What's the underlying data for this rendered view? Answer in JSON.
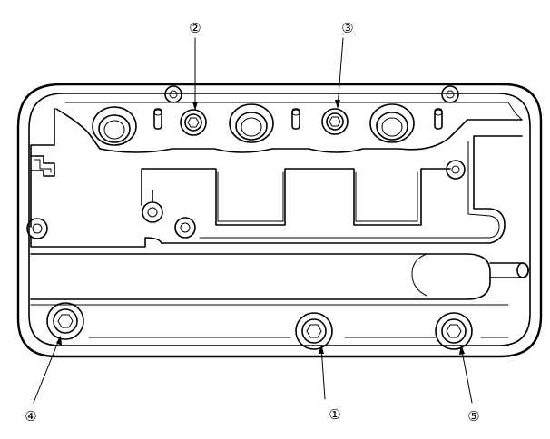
{
  "diagram": {
    "callouts": [
      {
        "id": "c1",
        "label": "①"
      },
      {
        "id": "c2",
        "label": "②"
      },
      {
        "id": "c3",
        "label": "③"
      },
      {
        "id": "c4",
        "label": "④"
      },
      {
        "id": "c5",
        "label": "⑤"
      }
    ]
  }
}
